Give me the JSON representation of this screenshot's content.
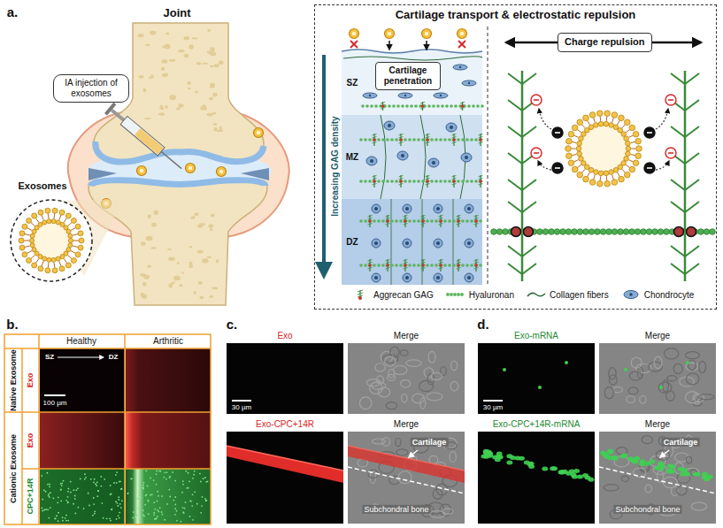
{
  "diagram": {
    "nodes": [
      {
        "text": [
          "IA injection of exosomes"
        ]
      },
      {
        "text": [
          "Cartilage transport & electrostatic repulsion"
        ]
      },
      {
        "text": [
          "Cartilage penetration"
        ],
        "in": 1
      },
      {
        "text": [
          "Charge repulsion"
        ],
        "in": 1
      }
    ],
    "labels": [
      "a.",
      "Joint",
      "Exosomes",
      "Increasing GAG density",
      "SZ",
      "MZ",
      "DZ",
      "b.",
      "Healthy",
      "Arthritic",
      "Native Exosome",
      "Cationic Exosome",
      "Exo",
      "Exo",
      "CPC+14R",
      "SZ",
      "DZ",
      "100 µm",
      "c.",
      "Exo",
      "Merge",
      "30 µm",
      "Exo-CPC+14R",
      "Merge",
      "Cartilage",
      "Subchondral bone",
      "d.",
      "Exo-mRNA",
      "Merge",
      "30 µm",
      "Exo-CPC+14R-mRNA",
      "Merge",
      "Cartilage",
      "Subchondral bone"
    ],
    "legend": [
      {
        "text": "Aggrecan GAG"
      },
      {
        "text": "Hyaluronan"
      },
      {
        "text": "Collagen fibers"
      },
      {
        "text": "Chondrocyte"
      }
    ]
  }
}
